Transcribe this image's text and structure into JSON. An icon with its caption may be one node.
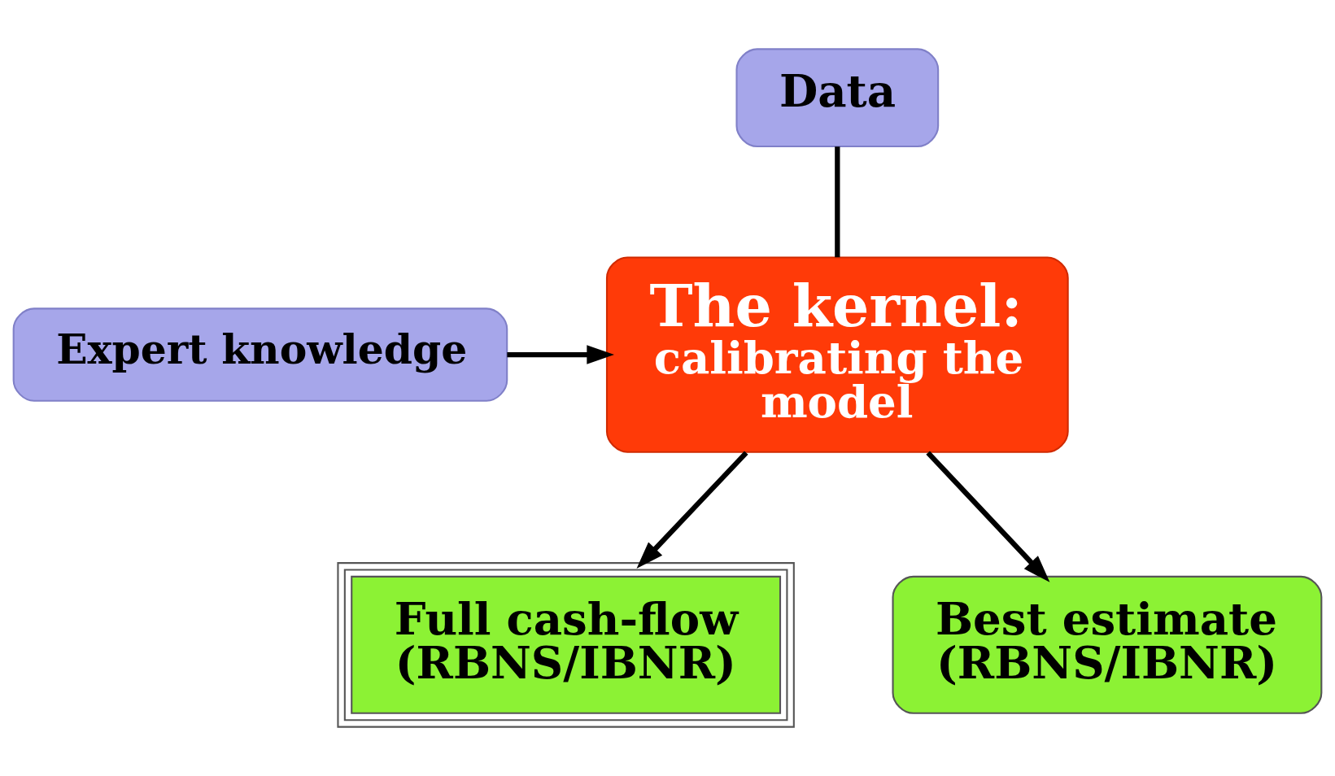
{
  "diagram": {
    "nodes": [
      {
        "text": [
          "Data"
        ]
      },
      {
        "text": [
          "The kernel:",
          "calibrating the model"
        ]
      },
      {
        "text": [
          "Expert knowledge"
        ]
      },
      {
        "text": [
          "Full cash-flow (RBNS/IBNR)"
        ]
      },
      {
        "text": [
          "Best estimate (RBNS/IBNR)"
        ]
      }
    ],
    "edges": [
      {
        "from": 0,
        "to": 1,
        "arrow": "none"
      },
      {
        "from": 2,
        "to": 1,
        "arrow": "to"
      },
      {
        "from": 1,
        "to": 3,
        "arrow": "to"
      },
      {
        "from": 1,
        "to": 4,
        "arrow": "to"
      }
    ]
  }
}
